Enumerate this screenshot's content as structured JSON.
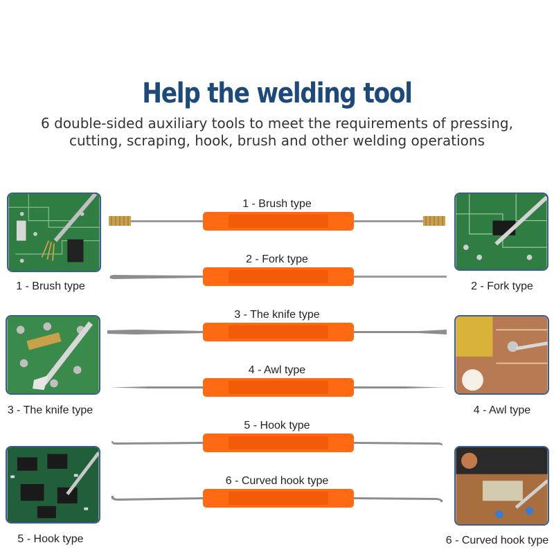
{
  "header": {
    "title": "Help the welding tool",
    "subtitle_line1": "6 double-sided auxiliary tools to meet the requirements of pressing,",
    "subtitle_line2": "cutting, scraping, hook, brush and other welding operations"
  },
  "tools": [
    {
      "label": "1 - Brush type",
      "icon": "brush-tip"
    },
    {
      "label": "2 - Fork type",
      "icon": "fork-tip"
    },
    {
      "label": "3 - The knife type",
      "icon": "knife-tip"
    },
    {
      "label": "4 - Awl type",
      "icon": "awl-tip"
    },
    {
      "label": "5 - Hook type",
      "icon": "hook-tip"
    },
    {
      "label": "6 - Curved hook type",
      "icon": "curved-hook-tip"
    }
  ],
  "photos": [
    {
      "caption": "1 - Brush type"
    },
    {
      "caption": "2 - Fork type"
    },
    {
      "caption": "3 - The knife type"
    },
    {
      "caption": "4 - Awl type"
    },
    {
      "caption": "5 - Hook type"
    },
    {
      "caption": "6 - Curved hook type"
    }
  ],
  "colors": {
    "title": "#1d4a7a",
    "handle": "#ff6a13",
    "frame": "#3a5f8f",
    "pcb_green": "#2f7d43"
  }
}
